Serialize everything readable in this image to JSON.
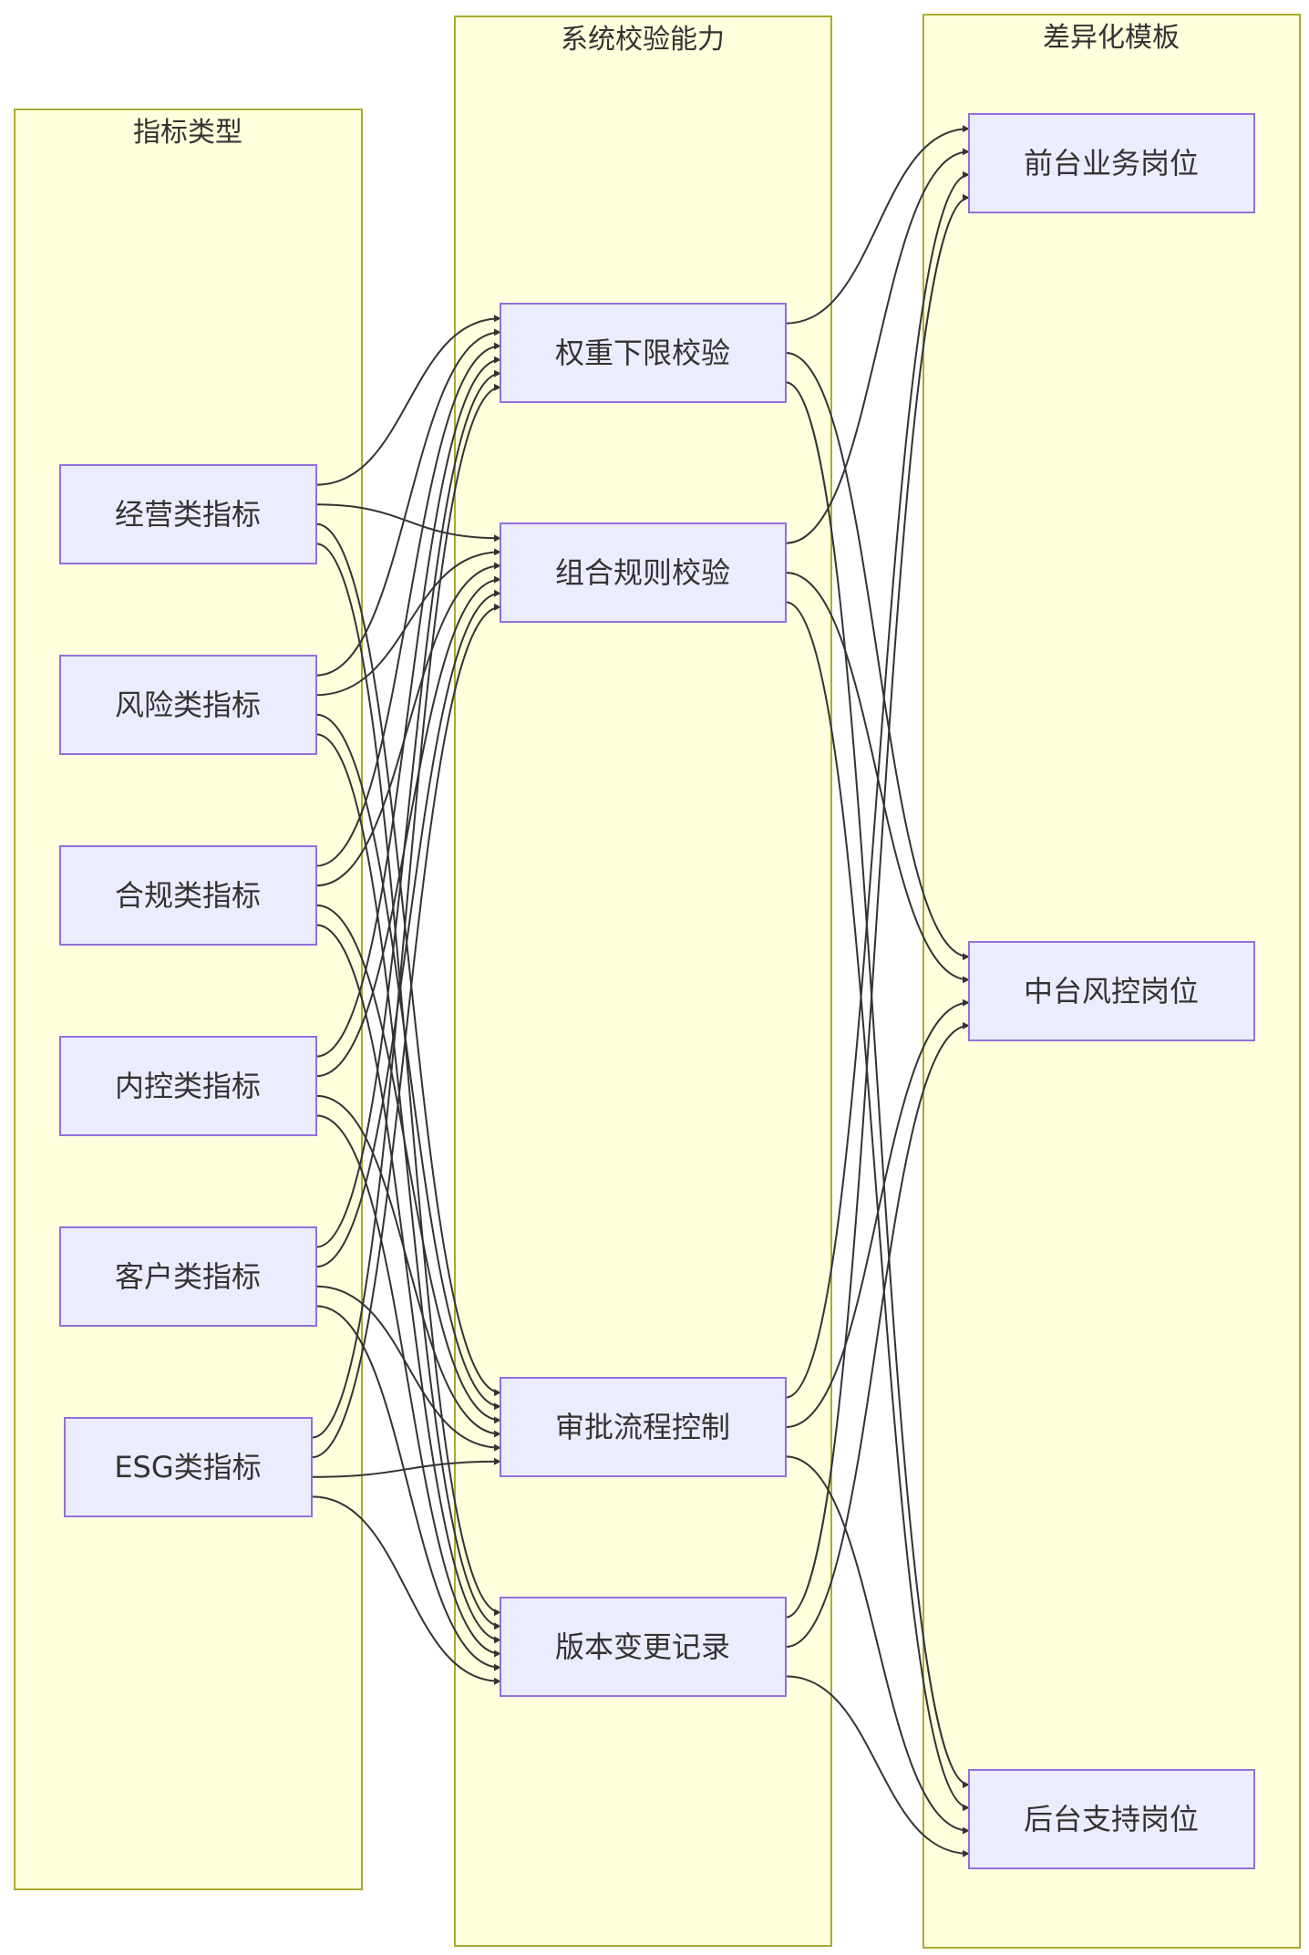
{
  "clusters": [
    {
      "id": "indicators",
      "label": "指标类型"
    },
    {
      "id": "checks",
      "label": "系统校验能力"
    },
    {
      "id": "templates",
      "label": "差异化模板"
    }
  ],
  "nodes": [
    {
      "id": "op",
      "label": "经营类指标",
      "cluster": "indicators"
    },
    {
      "id": "risk",
      "label": "风险类指标",
      "cluster": "indicators"
    },
    {
      "id": "comp",
      "label": "合规类指标",
      "cluster": "indicators"
    },
    {
      "id": "ic",
      "label": "内控类指标",
      "cluster": "indicators"
    },
    {
      "id": "cust",
      "label": "客户类指标",
      "cluster": "indicators"
    },
    {
      "id": "esg",
      "label": "ESG类指标",
      "cluster": "indicators"
    },
    {
      "id": "wcheck",
      "label": "权重下限校验",
      "cluster": "checks"
    },
    {
      "id": "ccheck",
      "label": "组合规则校验",
      "cluster": "checks"
    },
    {
      "id": "approval",
      "label": "审批流程控制",
      "cluster": "checks"
    },
    {
      "id": "version",
      "label": "版本变更记录",
      "cluster": "checks"
    },
    {
      "id": "front",
      "label": "前台业务岗位",
      "cluster": "templates"
    },
    {
      "id": "middle",
      "label": "中台风控岗位",
      "cluster": "templates"
    },
    {
      "id": "back",
      "label": "后台支持岗位",
      "cluster": "templates"
    }
  ],
  "edges": [
    [
      "op",
      "wcheck"
    ],
    [
      "op",
      "ccheck"
    ],
    [
      "op",
      "approval"
    ],
    [
      "op",
      "version"
    ],
    [
      "risk",
      "wcheck"
    ],
    [
      "risk",
      "ccheck"
    ],
    [
      "risk",
      "approval"
    ],
    [
      "risk",
      "version"
    ],
    [
      "comp",
      "wcheck"
    ],
    [
      "comp",
      "ccheck"
    ],
    [
      "comp",
      "approval"
    ],
    [
      "comp",
      "version"
    ],
    [
      "ic",
      "wcheck"
    ],
    [
      "ic",
      "ccheck"
    ],
    [
      "ic",
      "approval"
    ],
    [
      "ic",
      "version"
    ],
    [
      "cust",
      "wcheck"
    ],
    [
      "cust",
      "ccheck"
    ],
    [
      "cust",
      "approval"
    ],
    [
      "cust",
      "version"
    ],
    [
      "esg",
      "wcheck"
    ],
    [
      "esg",
      "ccheck"
    ],
    [
      "esg",
      "approval"
    ],
    [
      "esg",
      "version"
    ],
    [
      "wcheck",
      "front"
    ],
    [
      "wcheck",
      "middle"
    ],
    [
      "wcheck",
      "back"
    ],
    [
      "ccheck",
      "front"
    ],
    [
      "ccheck",
      "middle"
    ],
    [
      "ccheck",
      "back"
    ],
    [
      "approval",
      "front"
    ],
    [
      "approval",
      "middle"
    ],
    [
      "approval",
      "back"
    ],
    [
      "version",
      "front"
    ],
    [
      "version",
      "middle"
    ],
    [
      "version",
      "back"
    ]
  ]
}
